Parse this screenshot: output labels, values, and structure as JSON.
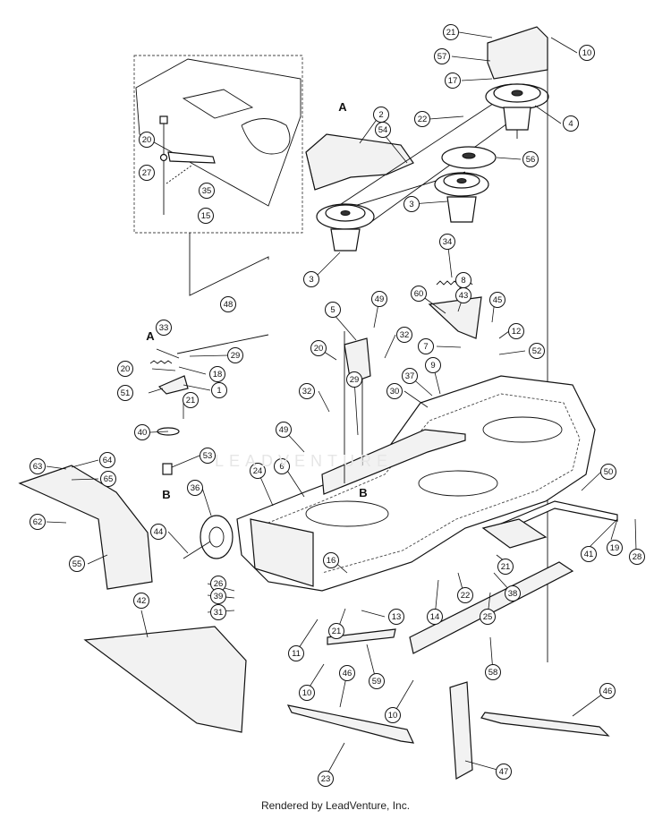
{
  "footer": "Rendered by LeadVenture, Inc.",
  "watermark": "LEADVENTURE",
  "ref_labels": [
    "A",
    "A",
    "B",
    "B"
  ],
  "callouts": [
    {
      "id": "c21a",
      "label": "21"
    },
    {
      "id": "c10a",
      "label": "10"
    },
    {
      "id": "c57",
      "label": "57"
    },
    {
      "id": "c17",
      "label": "17"
    },
    {
      "id": "c2",
      "label": "2"
    },
    {
      "id": "c22a",
      "label": "22"
    },
    {
      "id": "c54",
      "label": "54"
    },
    {
      "id": "c4",
      "label": "4"
    },
    {
      "id": "c56",
      "label": "56"
    },
    {
      "id": "c3a",
      "label": "3"
    },
    {
      "id": "c3b",
      "label": "3"
    },
    {
      "id": "c34",
      "label": "34"
    },
    {
      "id": "c8",
      "label": "8"
    },
    {
      "id": "c43",
      "label": "43"
    },
    {
      "id": "c60",
      "label": "60"
    },
    {
      "id": "c45",
      "label": "45"
    },
    {
      "id": "c49a",
      "label": "49"
    },
    {
      "id": "c5",
      "label": "5"
    },
    {
      "id": "c32a",
      "label": "32"
    },
    {
      "id": "c20a",
      "label": "20"
    },
    {
      "id": "c7",
      "label": "7"
    },
    {
      "id": "c12",
      "label": "12"
    },
    {
      "id": "c52",
      "label": "52"
    },
    {
      "id": "c9",
      "label": "9"
    },
    {
      "id": "c37",
      "label": "37"
    },
    {
      "id": "c30",
      "label": "30"
    },
    {
      "id": "c20b",
      "label": "20"
    },
    {
      "id": "c27",
      "label": "27"
    },
    {
      "id": "c35",
      "label": "35"
    },
    {
      "id": "c15",
      "label": "15"
    },
    {
      "id": "c48",
      "label": "48"
    },
    {
      "id": "c33",
      "label": "33"
    },
    {
      "id": "c29a",
      "label": "29"
    },
    {
      "id": "c20c",
      "label": "20"
    },
    {
      "id": "c18",
      "label": "18"
    },
    {
      "id": "c51",
      "label": "51"
    },
    {
      "id": "c1",
      "label": "1"
    },
    {
      "id": "c21b",
      "label": "21"
    },
    {
      "id": "c40",
      "label": "40"
    },
    {
      "id": "c53",
      "label": "53"
    },
    {
      "id": "c32b",
      "label": "32"
    },
    {
      "id": "c29b",
      "label": "29"
    },
    {
      "id": "c49b",
      "label": "49"
    },
    {
      "id": "c64",
      "label": "64"
    },
    {
      "id": "c63",
      "label": "63"
    },
    {
      "id": "c65",
      "label": "65"
    },
    {
      "id": "c24",
      "label": "24"
    },
    {
      "id": "c6",
      "label": "6"
    },
    {
      "id": "c36",
      "label": "36"
    },
    {
      "id": "c62",
      "label": "62"
    },
    {
      "id": "c50",
      "label": "50"
    },
    {
      "id": "c55",
      "label": "55"
    },
    {
      "id": "c44",
      "label": "44"
    },
    {
      "id": "c19",
      "label": "19"
    },
    {
      "id": "c41",
      "label": "41"
    },
    {
      "id": "c28",
      "label": "28"
    },
    {
      "id": "c16",
      "label": "16"
    },
    {
      "id": "c21c",
      "label": "21"
    },
    {
      "id": "c22b",
      "label": "22"
    },
    {
      "id": "c38",
      "label": "38"
    },
    {
      "id": "c26",
      "label": "26"
    },
    {
      "id": "c39",
      "label": "39"
    },
    {
      "id": "c31",
      "label": "31"
    },
    {
      "id": "c42",
      "label": "42"
    },
    {
      "id": "c21d",
      "label": "21"
    },
    {
      "id": "c13",
      "label": "13"
    },
    {
      "id": "c14",
      "label": "14"
    },
    {
      "id": "c25",
      "label": "25"
    },
    {
      "id": "c11",
      "label": "11"
    },
    {
      "id": "c59",
      "label": "59"
    },
    {
      "id": "c58",
      "label": "58"
    },
    {
      "id": "c46a",
      "label": "46"
    },
    {
      "id": "c10b",
      "label": "10"
    },
    {
      "id": "c10c",
      "label": "10"
    },
    {
      "id": "c46b",
      "label": "46"
    },
    {
      "id": "c23",
      "label": "23"
    },
    {
      "id": "c47",
      "label": "47"
    }
  ]
}
